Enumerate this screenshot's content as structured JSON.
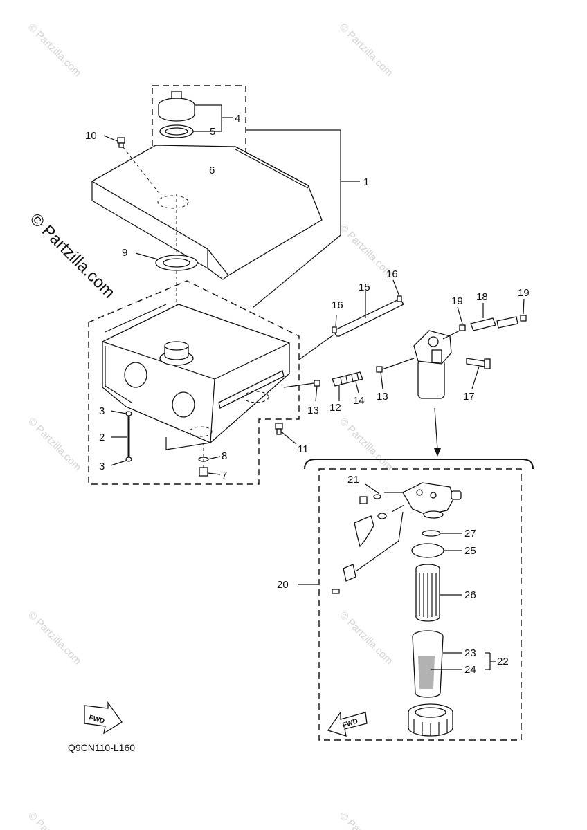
{
  "callouts": [
    {
      "id": "c1",
      "text": "1"
    },
    {
      "id": "c2",
      "text": "2"
    },
    {
      "id": "c3a",
      "text": "3"
    },
    {
      "id": "c3b",
      "text": "3"
    },
    {
      "id": "c4",
      "text": "4"
    },
    {
      "id": "c5",
      "text": "5"
    },
    {
      "id": "c6",
      "text": "6"
    },
    {
      "id": "c7",
      "text": "7"
    },
    {
      "id": "c8",
      "text": "8"
    },
    {
      "id": "c9",
      "text": "9"
    },
    {
      "id": "c10",
      "text": "10"
    },
    {
      "id": "c11",
      "text": "11"
    },
    {
      "id": "c12",
      "text": "12"
    },
    {
      "id": "c13a",
      "text": "13"
    },
    {
      "id": "c13b",
      "text": "13"
    },
    {
      "id": "c14",
      "text": "14"
    },
    {
      "id": "c15",
      "text": "15"
    },
    {
      "id": "c16a",
      "text": "16"
    },
    {
      "id": "c16b",
      "text": "16"
    },
    {
      "id": "c17",
      "text": "17"
    },
    {
      "id": "c18",
      "text": "18"
    },
    {
      "id": "c19a",
      "text": "19"
    },
    {
      "id": "c19b",
      "text": "19"
    },
    {
      "id": "c20",
      "text": "20"
    },
    {
      "id": "c21",
      "text": "21"
    },
    {
      "id": "c22",
      "text": "22"
    },
    {
      "id": "c23",
      "text": "23"
    },
    {
      "id": "c24",
      "text": "24"
    },
    {
      "id": "c25",
      "text": "25"
    },
    {
      "id": "c26",
      "text": "26"
    },
    {
      "id": "c27",
      "text": "27"
    }
  ],
  "diagram_code": "Q9CN110-L160",
  "fwd_label": "FWD",
  "watermark": "© Partzilla.com",
  "colors": {
    "line": "#111111",
    "watermark": "#d3d3d3",
    "background": "#ffffff"
  }
}
